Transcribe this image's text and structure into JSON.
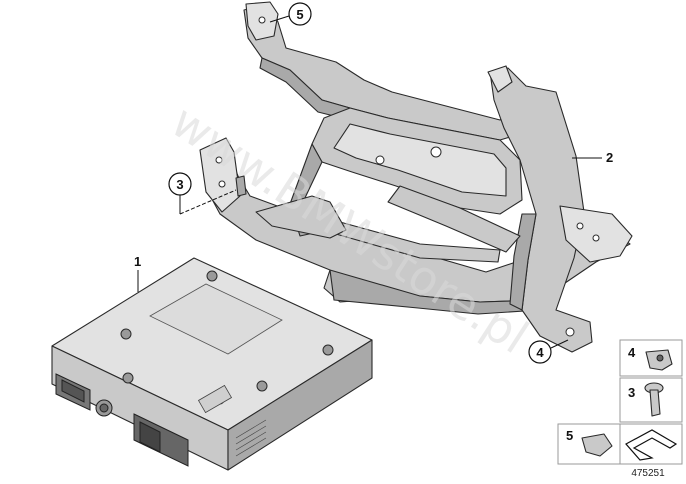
{
  "callouts": {
    "control_unit": "1",
    "bracket": "2",
    "screw": "3",
    "nut_clip": "4",
    "clip": "5"
  },
  "watermark": "www.BMWstore.pl",
  "diagram_number": "475251"
}
